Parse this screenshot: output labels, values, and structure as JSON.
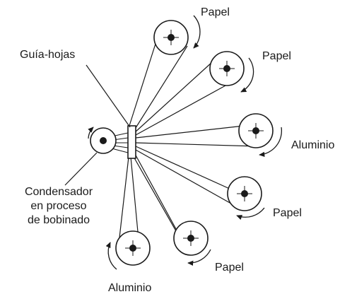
{
  "colors": {
    "ink": "#1a1a1a",
    "background": "#ffffff"
  },
  "labels": {
    "guide": "Guía-hojas",
    "capacitor_line1": "Condensador",
    "capacitor_line2": "en proceso",
    "capacitor_line3": "de bobinado",
    "paper_1": "Papel",
    "paper_2": "Papel",
    "aluminum_1": "Aluminio",
    "paper_3": "Papel",
    "paper_4": "Papel",
    "aluminum_2": "Aluminio"
  },
  "rolls": [
    {
      "material": "paper"
    },
    {
      "material": "paper"
    },
    {
      "material": "aluminum"
    },
    {
      "material": "paper"
    },
    {
      "material": "paper"
    },
    {
      "material": "aluminum"
    }
  ]
}
